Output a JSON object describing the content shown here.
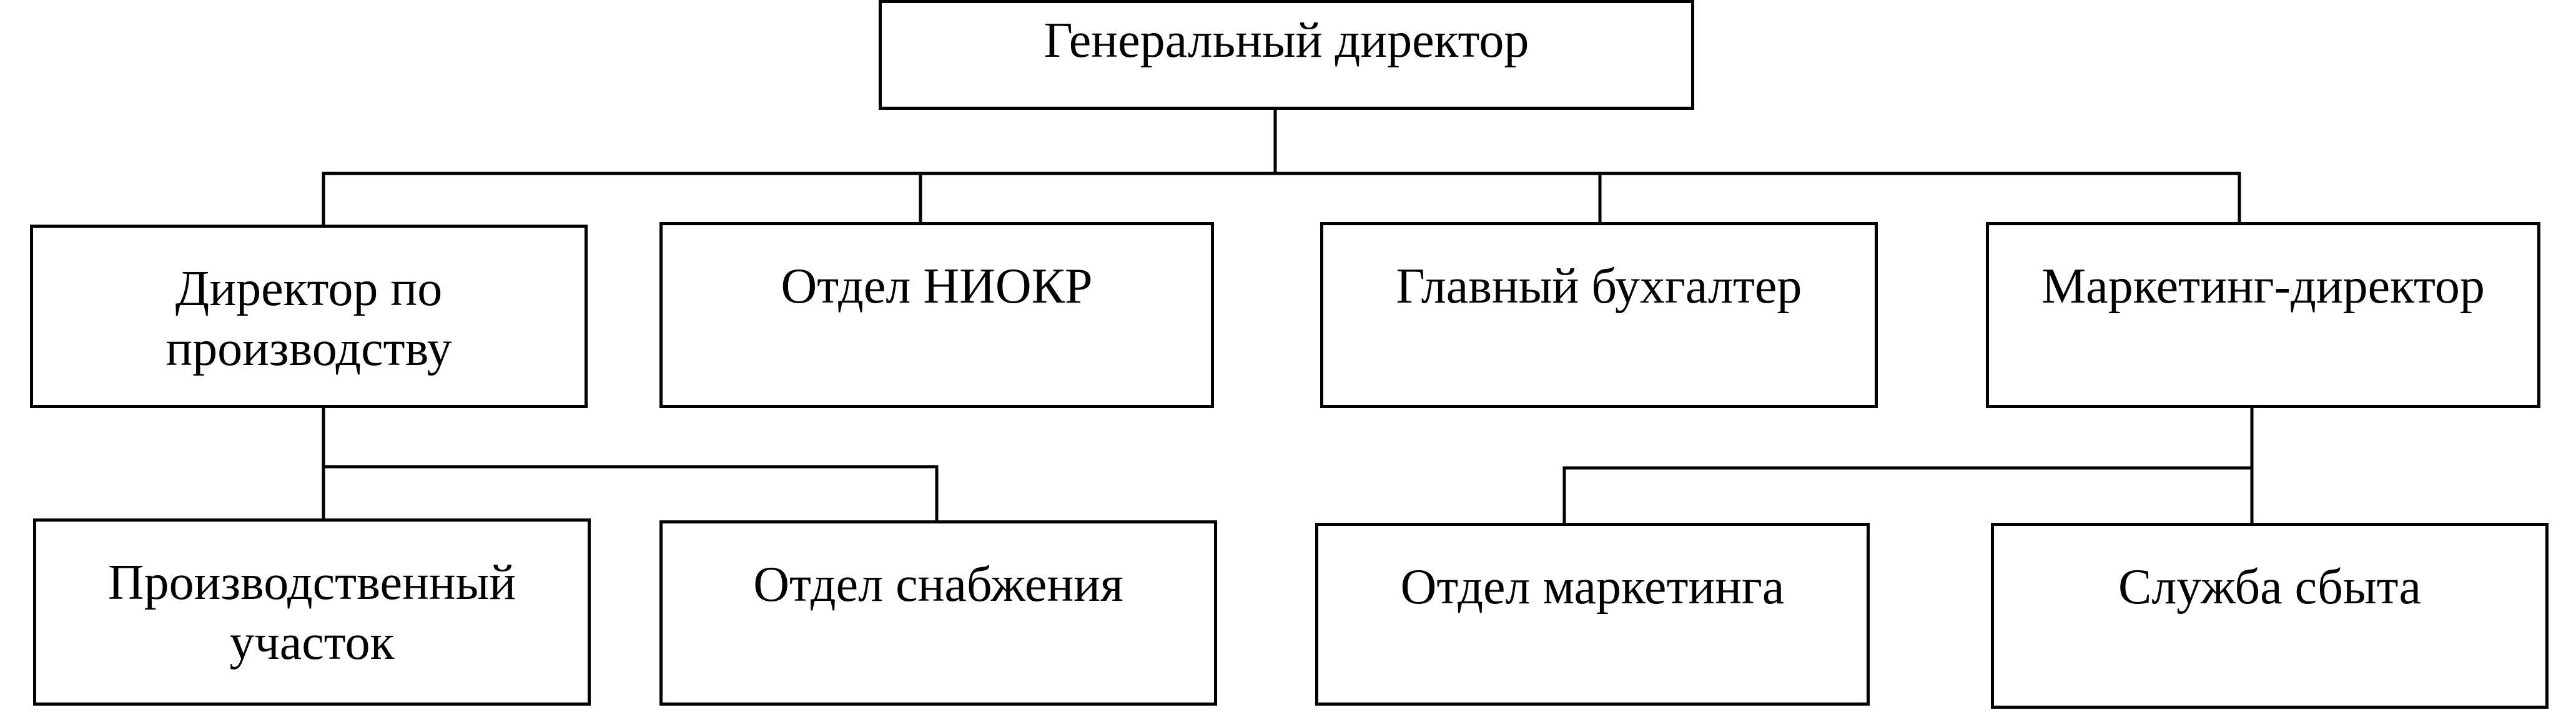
{
  "org_chart": {
    "root": {
      "label": "Генеральный директор"
    },
    "level2": [
      {
        "lines": [
          "Директор по",
          "производству"
        ]
      },
      {
        "lines": [
          "Отдел НИОКР"
        ]
      },
      {
        "lines": [
          "Главный бухгалтер"
        ]
      },
      {
        "lines": [
          "Маркетинг-директор"
        ]
      }
    ],
    "level3": [
      {
        "lines": [
          "Производственный",
          "участок"
        ]
      },
      {
        "lines": [
          "Отдел снабжения"
        ]
      },
      {
        "lines": [
          "Отдел маркетинга"
        ]
      },
      {
        "lines": [
          "Служба сбыта"
        ]
      }
    ]
  }
}
